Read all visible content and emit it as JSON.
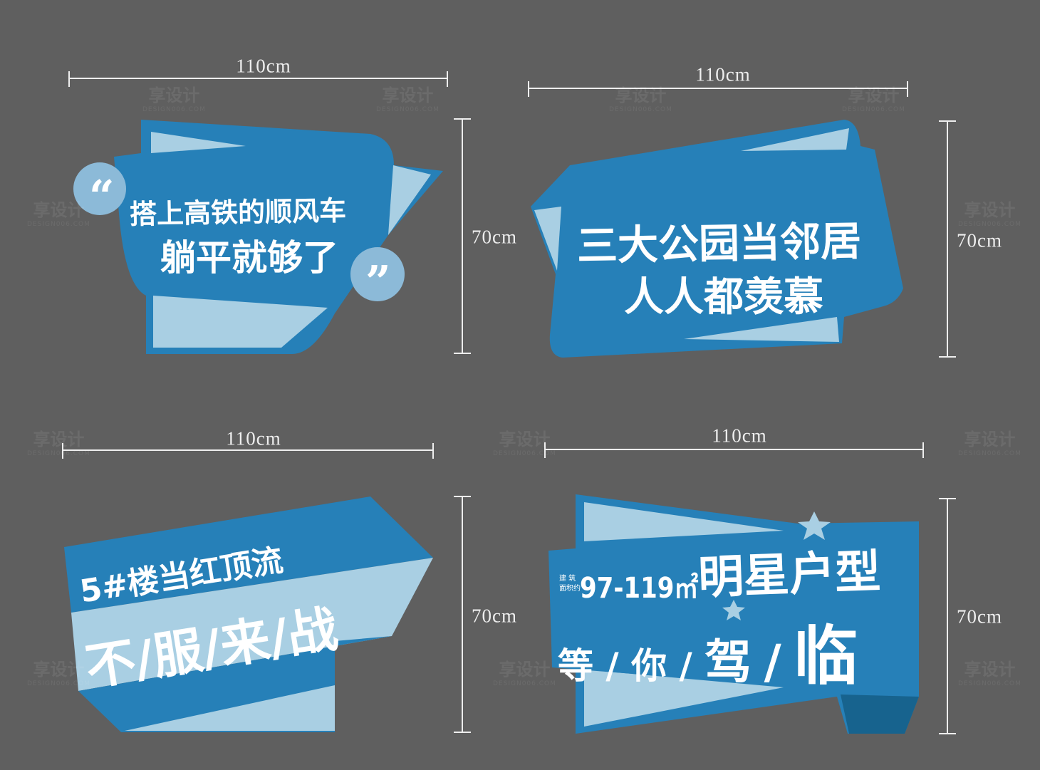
{
  "colors": {
    "background": "#5f5f5f",
    "blue": "#2680b8",
    "light_blue": "#a9cfe3",
    "circle_blue": "#8cbad8",
    "dark_blue": "#17638e",
    "dimension_line": "#eeeeee"
  },
  "watermark": {
    "text": "享设计",
    "url": "DESIGN006.COM"
  },
  "signs": [
    {
      "width_label": "110cm",
      "height_label": "70cm",
      "line1": "搭上高铁的顺风车",
      "line2": "躺平就够了",
      "open_quote": "“",
      "close_quote": "”"
    },
    {
      "width_label": "110cm",
      "height_label": "70cm",
      "line1": "三大公园当邻居",
      "line2": "人人都羡慕"
    },
    {
      "width_label": "110cm",
      "height_label": "70cm",
      "line1": "5#楼当红顶流",
      "line2": "不/服/来/战"
    },
    {
      "width_label": "110cm",
      "height_label": "70cm",
      "area_label_1": "建  筑",
      "area_label_2": "面积约",
      "area": "97-119㎡",
      "line1": "明星户型",
      "line2_a": "等",
      "line2_b": "你",
      "line2_c": "驾",
      "line2_d": "临",
      "separator": "/"
    }
  ]
}
